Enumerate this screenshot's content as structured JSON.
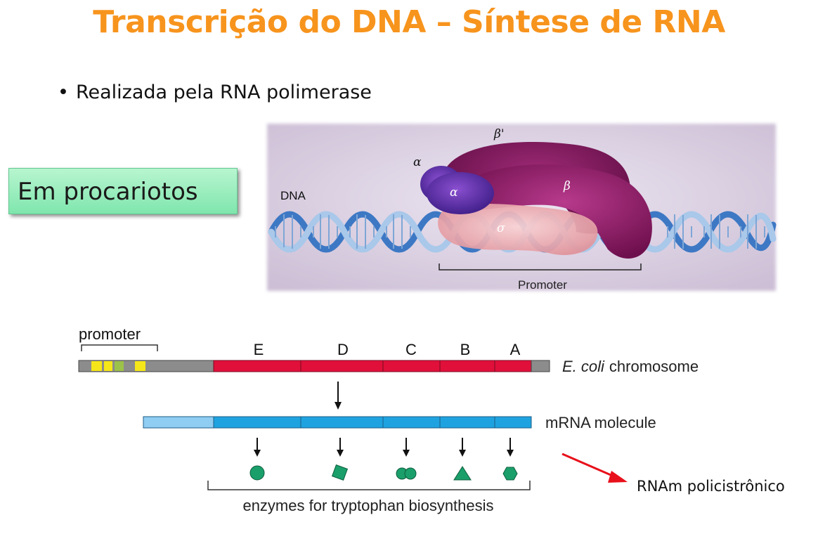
{
  "slide": {
    "title": "Transcrição do DNA – Síntese de RNA",
    "bullet": "Realizada pela RNA polimerase",
    "bullet_marker": "•",
    "box_label": "Em procariotos",
    "arrow_label": "RNAm policistrônico"
  },
  "polymerase_figure": {
    "dna_label": "DNA",
    "alpha_top": "α",
    "alpha_front": "α",
    "beta_prime": "β'",
    "beta": "β",
    "sigma": "σ",
    "promoter_label": "Promoter"
  },
  "operon_figure": {
    "promoter_label": "promoter",
    "genes": [
      "E",
      "D",
      "C",
      "B",
      "A"
    ],
    "chromosome_italic": "E. coli",
    "chromosome_rest": "chromosome",
    "mrna_label": "mRNA molecule",
    "enzymes_label": "enzymes for tryptophan biosynthesis",
    "colors": {
      "gene_red": "#e0103a",
      "mrna_blue": "#1fa3e0",
      "mrna_light": "#8fcdf2",
      "flank_gray": "#8c8c8c",
      "enzyme_green": "#1a9f6b",
      "promoter_yellow": "#f5e61a",
      "promoter_green": "#9cc24a"
    },
    "enzyme_shapes": [
      "circle",
      "diamond",
      "double-circle",
      "triangle",
      "hexagon"
    ]
  }
}
